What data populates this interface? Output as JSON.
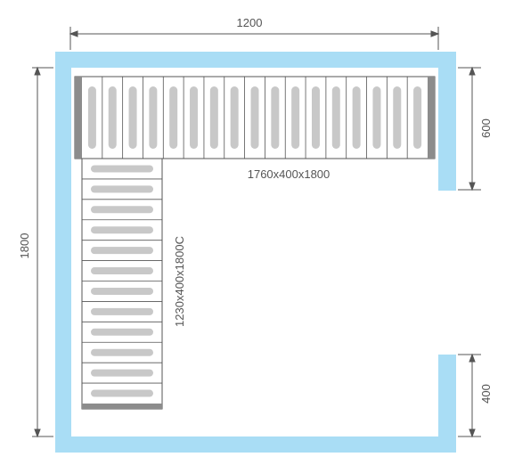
{
  "dimensions": {
    "top_width": "1200",
    "left_height": "1800",
    "right_upper_wall": "600",
    "right_lower_wall": "400"
  },
  "shelves": {
    "horizontal_label": "1760x400x1800",
    "vertical_label": "1230x400x1800C",
    "horizontal_slats": 17,
    "vertical_slats": 12
  },
  "colors": {
    "wall": "#a9ddf5",
    "shelf_frame": "#8c8c8c",
    "slat": "#c8c8c8",
    "line": "#555555"
  }
}
